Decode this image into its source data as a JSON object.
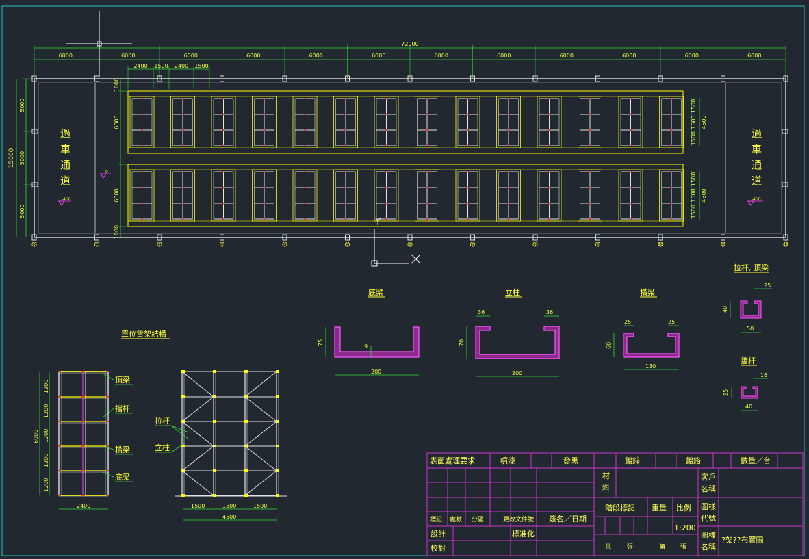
{
  "plan": {
    "total_width": "72000",
    "bay_widths": [
      "6000",
      "6000",
      "6000",
      "6000",
      "6000",
      "6000",
      "6000",
      "6000",
      "6000",
      "6000",
      "6000",
      "6000"
    ],
    "sub_dims": [
      "2400",
      "1500",
      "2400",
      "1500"
    ],
    "left_dims": [
      "5000",
      "5000",
      "5000"
    ],
    "overall_depth": "15000",
    "row_dims": [
      "1000",
      "6000",
      "6000",
      "1000"
    ],
    "right_dims": [
      "1500",
      "1500",
      "1500",
      "4500"
    ],
    "aisle_label": [
      "過",
      "車",
      "通",
      "道"
    ],
    "elev_left": "-400",
    "elev_mid": "0",
    "elev_right": "-400",
    "axis_numbers": [
      "0",
      "1",
      "2",
      "3",
      "4",
      "5",
      "6",
      "7",
      "8",
      "9",
      "10",
      "11",
      "12"
    ]
  },
  "sections": {
    "bottom_beam": {
      "title": "底梁",
      "height": "75",
      "thickness": "9",
      "width": "200"
    },
    "column": {
      "title": "立柱",
      "lip_left": "36",
      "lip_right": "36",
      "height": "70",
      "width": "200"
    },
    "cross_beam": {
      "title": "橫梁",
      "lip_left": "25",
      "lip_right": "25",
      "height": "60",
      "width": "130"
    },
    "tie_top": {
      "title": "拉杆, 頂梁",
      "lip": "25",
      "height": "40",
      "width": "50"
    },
    "stop_bar": {
      "title": "擋杆",
      "lip": "16",
      "height": "25",
      "width": "40"
    }
  },
  "unit": {
    "title": "單位貨架結構",
    "height_total": "6000",
    "level_dims": [
      "1200",
      "1200",
      "1200",
      "1200",
      "1200"
    ],
    "front_width": "2400",
    "labels": {
      "top_beam": "頂梁",
      "stop_bar": "擋杆",
      "cross_beam": "橫梁",
      "bottom_beam": "底梁",
      "tie_rod": "拉杆",
      "column": "立柱"
    },
    "side_dims": [
      "1500",
      "1500",
      "1500"
    ],
    "side_total": "4500"
  },
  "title_block": {
    "surface_req": "表面處理要求",
    "spray": "噴漆",
    "blacken": "發黑",
    "zinc": "鍍鋅",
    "chrome": "鍍鉻",
    "qty": "數量／台",
    "material": "材",
    "material2": "料",
    "client": "客戶",
    "client2": "名稱",
    "stage": "階段標記",
    "weight": "重量",
    "scale_label": "比例",
    "scale": "1:200",
    "drawing": "圖樣",
    "code": "代號",
    "name": "名稱",
    "drawing_name": "?架??布置圖",
    "mark": "標記",
    "count": "處數",
    "zone": "分區",
    "change_doc": "更改文件號",
    "sign_date": "簽名／日期",
    "design": "設計",
    "standard": "標准化",
    "check": "校對",
    "total_sheets": "共",
    "sheets": "張",
    "sheet_no": "第"
  },
  "colors": {
    "background": "#212830",
    "dimension": "#33dd33",
    "text": "#ffff33",
    "rack": "#ffff00",
    "frame": "#e4e4e4",
    "title_block": "#cc33cc",
    "profile": "#e040e0",
    "marker": "#ff2222"
  }
}
